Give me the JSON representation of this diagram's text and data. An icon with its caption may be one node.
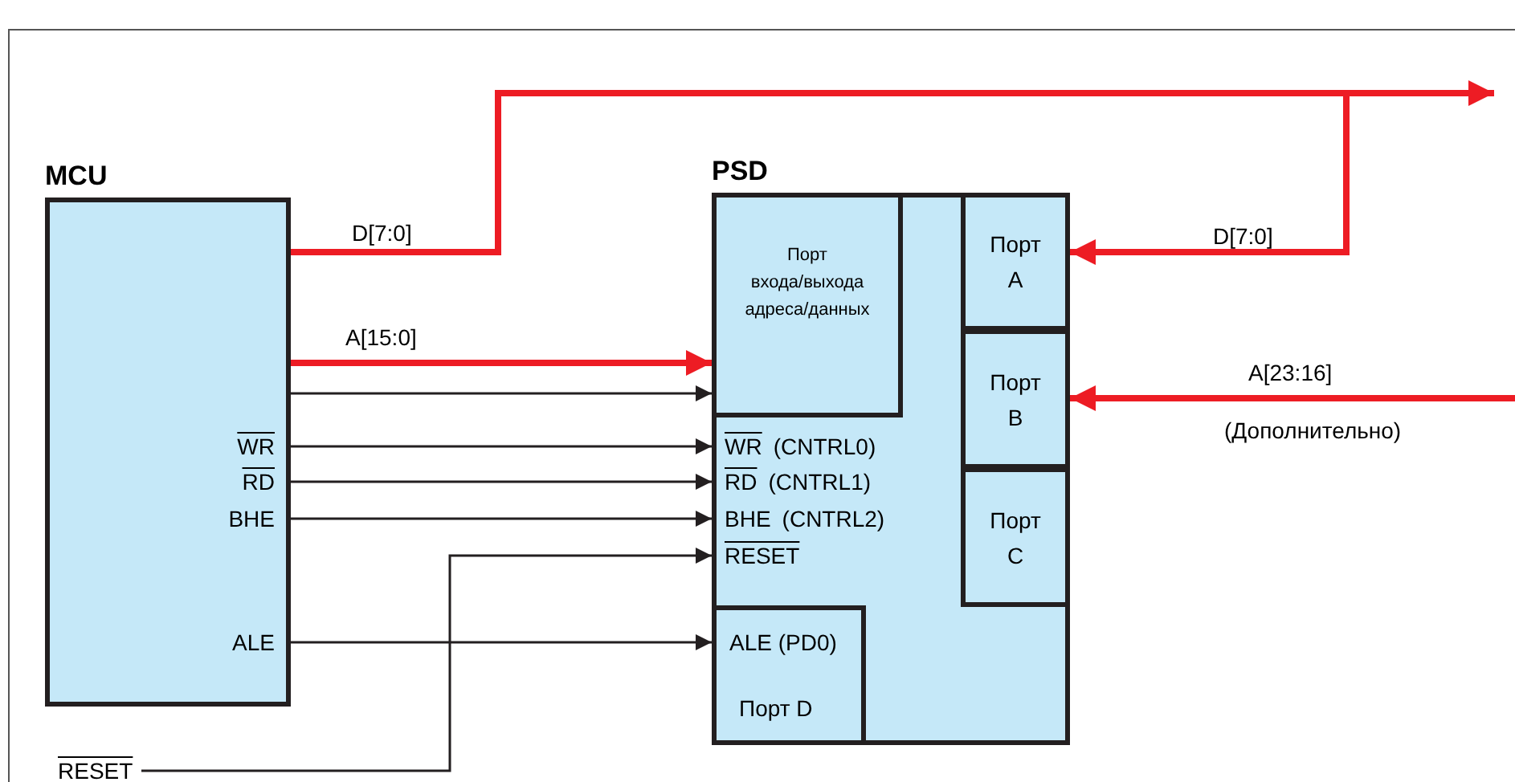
{
  "diagram": {
    "nodes": [
      {
        "text": [
          "MCU"
        ]
      },
      {
        "text": [
          "WR"
        ],
        "in": 0
      },
      {
        "text": [
          "RD"
        ],
        "in": 0
      },
      {
        "text": [
          "BHE"
        ],
        "in": 0
      },
      {
        "text": [
          "ALE"
        ],
        "in": 0
      },
      {
        "text": [
          "PSD"
        ]
      },
      {
        "text": [
          "Порт входа/выхода адреса/данных"
        ],
        "in": 5
      },
      {
        "text": [
          "Порт A"
        ],
        "in": 5
      },
      {
        "text": [
          "Порт B"
        ],
        "in": 5
      },
      {
        "text": [
          "Порт C"
        ],
        "in": 5
      },
      {
        "text": [
          "WR",
          "(CNTRL0)"
        ],
        "in": 5
      },
      {
        "text": [
          "RD",
          "(CNTRL1)"
        ],
        "in": 5
      },
      {
        "text": [
          "BHE",
          "(CNTRL2)"
        ],
        "in": 5
      },
      {
        "text": [
          "RESET"
        ],
        "in": 5
      },
      {
        "text": [
          "ALE (PD0)",
          "Порт D"
        ],
        "in": 5
      },
      {
        "text": [
          "RESET"
        ]
      }
    ],
    "edges": [
      {
        "from": 0,
        "to": null,
        "arrow": "to",
        "label": "D[7:0]",
        "style": "thick",
        "color": "#ed1c24"
      },
      {
        "from": 0,
        "to": 7,
        "arrow": "to",
        "label": "D[7:0]",
        "style": "thick",
        "color": "#ed1c24"
      },
      {
        "from": 0,
        "to": 6,
        "arrow": "to",
        "label": "A[15:0]",
        "style": "thick",
        "color": "#ed1c24"
      },
      {
        "from": 0,
        "to": 6,
        "arrow": "to"
      },
      {
        "from": 1,
        "to": 10,
        "arrow": "to"
      },
      {
        "from": 2,
        "to": 11,
        "arrow": "to"
      },
      {
        "from": 3,
        "to": 12,
        "arrow": "to"
      },
      {
        "from": 4,
        "to": 14,
        "arrow": "to"
      },
      {
        "from": 15,
        "to": 13,
        "arrow": "to"
      },
      {
        "from": null,
        "to": 8,
        "arrow": "to",
        "label": "A[23:16]",
        "style": "thick",
        "color": "#ed1c24"
      }
    ],
    "labels": [
      "(Дополнительно)"
    ]
  }
}
